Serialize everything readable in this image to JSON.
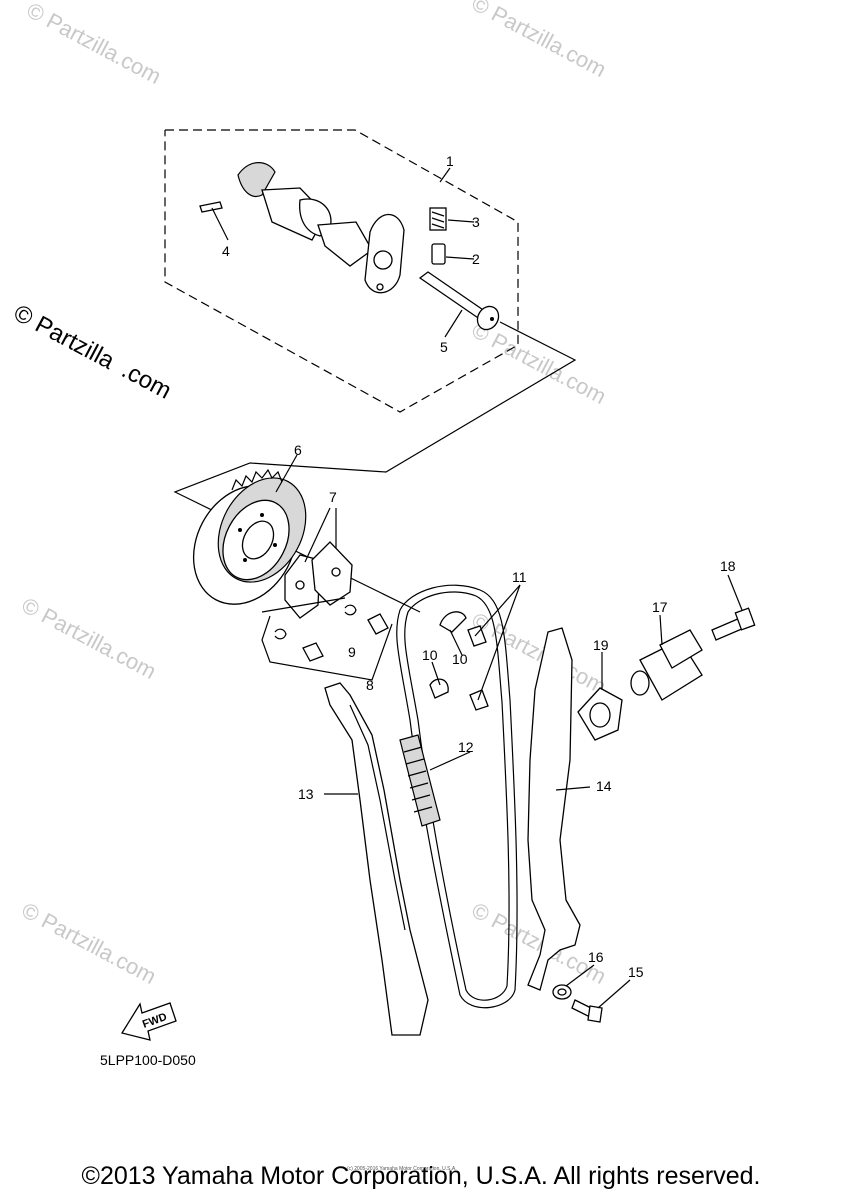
{
  "watermark": {
    "text": "© Partzilla.com",
    "main_text_top": "© Partzilla",
    "main_text_bottom": ".com"
  },
  "callouts": [
    "1",
    "2",
    "3",
    "4",
    "5",
    "6",
    "7",
    "8",
    "9",
    "10",
    "10",
    "11",
    "12",
    "13",
    "14",
    "15",
    "16",
    "17",
    "18",
    "19"
  ],
  "diagram_code": "5LPP100-D050",
  "fwd_label": "FWD",
  "small_print": "(c) 2005-2016 Yamaha Motor Corporation, U.S.A.",
  "copyright": "©2013 Yamaha Motor Corporation, U.S.A. All rights reserved."
}
